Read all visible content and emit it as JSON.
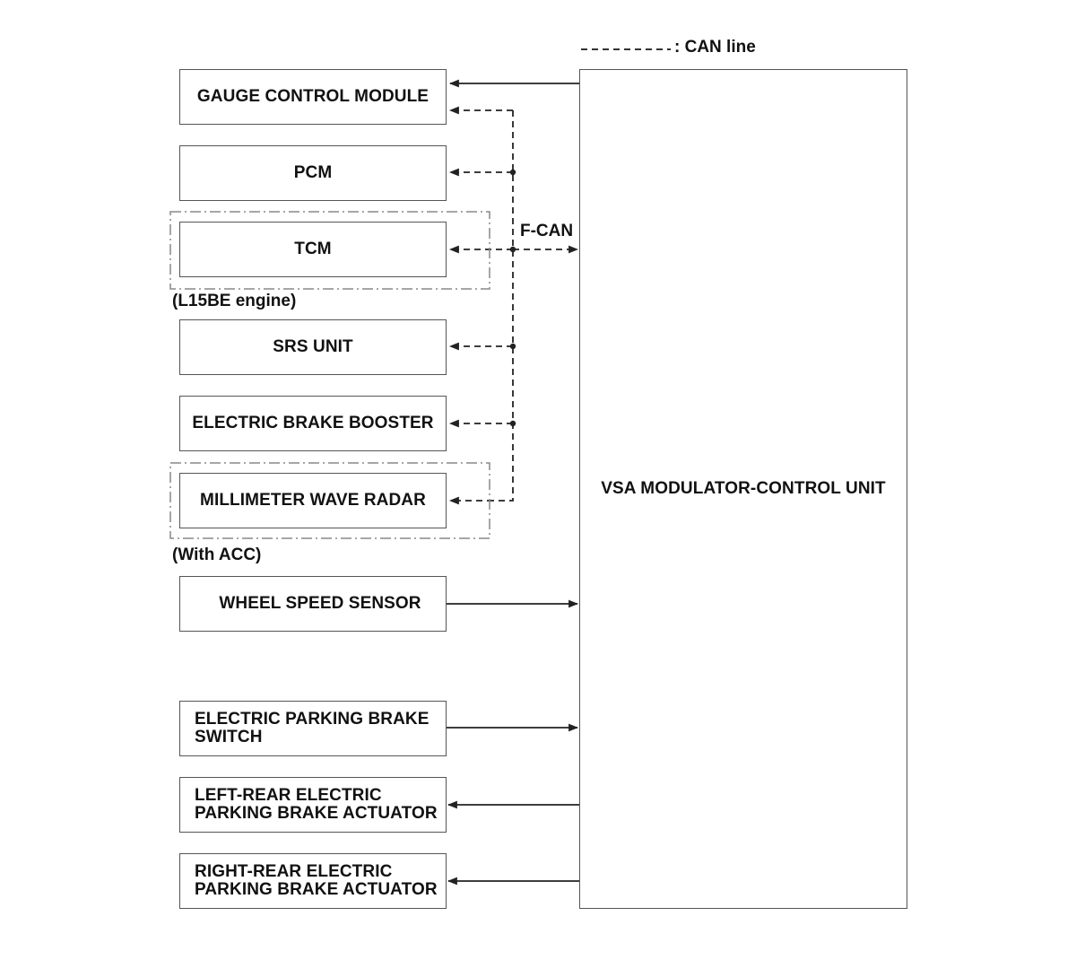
{
  "legend": {
    "can_line_label": ": CAN line"
  },
  "bus": {
    "label": "F-CAN"
  },
  "control_unit": {
    "label": "VSA MODULATOR-CONTROL UNIT"
  },
  "groups": {
    "l15be": {
      "label": "(L15BE engine)"
    },
    "acc": {
      "label": "(With ACC)"
    }
  },
  "modules": {
    "gauge": {
      "label": "GAUGE CONTROL MODULE"
    },
    "pcm": {
      "label": "PCM"
    },
    "tcm": {
      "label": "TCM"
    },
    "srs": {
      "label": "SRS UNIT"
    },
    "brake_booster": {
      "label": "ELECTRIC BRAKE BOOSTER"
    },
    "radar": {
      "label": "MILLIMETER WAVE RADAR"
    },
    "wheel_speed": {
      "label": "WHEEL SPEED SENSOR"
    },
    "epb_switch": {
      "label_line1": "ELECTRIC PARKING BRAKE",
      "label_line2": "SWITCH"
    },
    "lr_actuator": {
      "label_line1": "LEFT-REAR ELECTRIC",
      "label_line2": "PARKING BRAKE ACTUATOR"
    },
    "rr_actuator": {
      "label_line1": "RIGHT-REAR ELECTRIC",
      "label_line2": "PARKING BRAKE ACTUATOR"
    }
  },
  "colors": {
    "line": "#222222",
    "box_border": "#555555",
    "group_border": "#888888"
  }
}
